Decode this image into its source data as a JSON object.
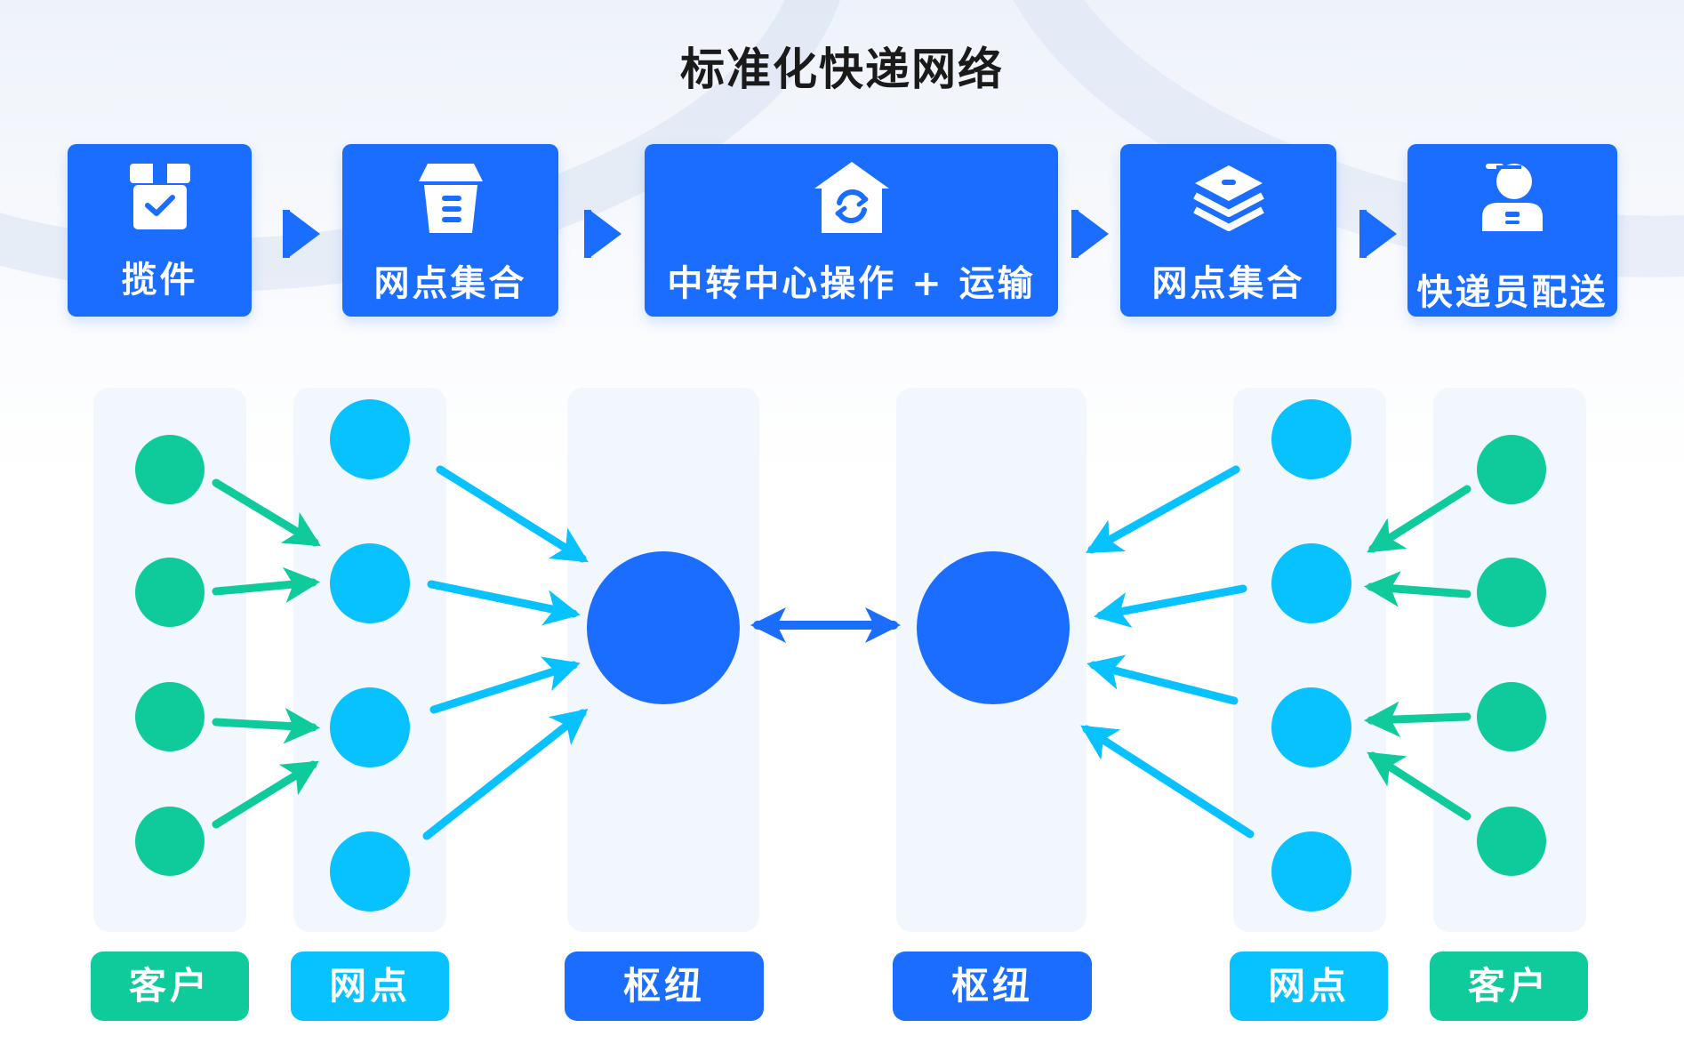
{
  "title": "标准化快递网络",
  "colors": {
    "blue": "#1a6dfe",
    "cyan": "#08c1ff",
    "green": "#0fcb9b",
    "column_bg": "#f2f6fd"
  },
  "process_steps": [
    {
      "label": "揽件",
      "icon": "package-check-icon"
    },
    {
      "label": "网点集合",
      "icon": "storage-box-icon"
    },
    {
      "label": "中转中心操作 + 运输",
      "icon": "warehouse-sync-icon"
    },
    {
      "label": "网点集合",
      "icon": "layers-stack-icon"
    },
    {
      "label": "快递员配送",
      "icon": "courier-person-icon"
    }
  ],
  "columns": [
    {
      "label": "客户",
      "color": "green"
    },
    {
      "label": "网点",
      "color": "cyan"
    },
    {
      "label": "枢纽",
      "color": "blue"
    },
    {
      "label": "枢纽",
      "color": "blue"
    },
    {
      "label": "网点",
      "color": "cyan"
    },
    {
      "label": "客户",
      "color": "green"
    }
  ],
  "network": {
    "left_customers": 4,
    "left_outlets": 4,
    "right_outlets": 4,
    "right_customers": 4,
    "hubs": 2,
    "hub_link": "bidirectional"
  }
}
